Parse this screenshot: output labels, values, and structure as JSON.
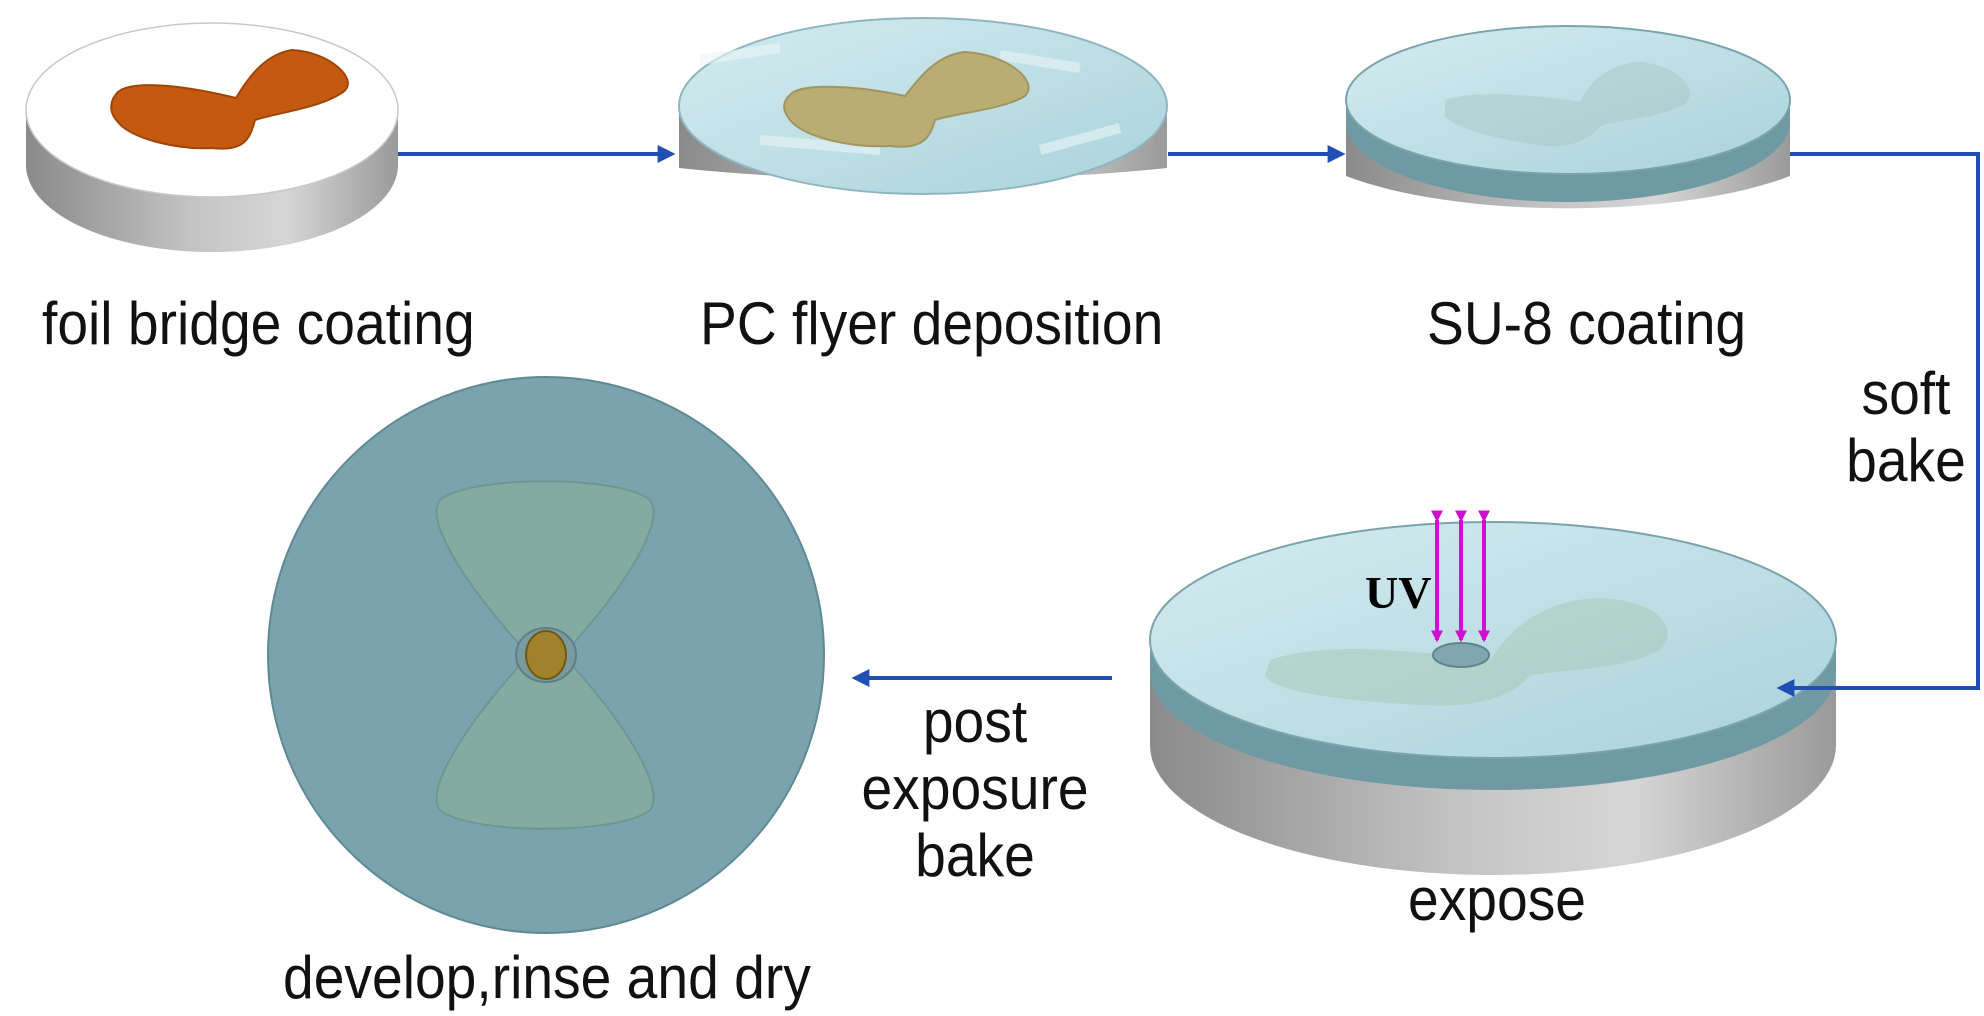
{
  "steps": [
    {
      "id": "step-foil-bridge-coating",
      "label": "foil bridge coating"
    },
    {
      "id": "step-pc-flyer-deposition",
      "label": "PC flyer deposition"
    },
    {
      "id": "step-su8-coating",
      "label": "SU-8 coating"
    },
    {
      "id": "step-expose",
      "label": "expose"
    },
    {
      "id": "step-develop-rinse-dry",
      "label": "develop,rinse and dry"
    }
  ],
  "transitions": {
    "soft_bake": [
      "soft",
      "bake"
    ],
    "post_exposure_bake": [
      "post",
      "exposure",
      "bake"
    ]
  },
  "uv_label": "UV",
  "colors": {
    "arrow": "#1f4fb0",
    "foil": "#c45a10",
    "disk_side": "#9a9a9a",
    "coating_top": "#b6dbe3",
    "su8_band": "#6f9aa3",
    "developed_disk": "#7aa3ad",
    "uv_rays": "#d010d0"
  }
}
